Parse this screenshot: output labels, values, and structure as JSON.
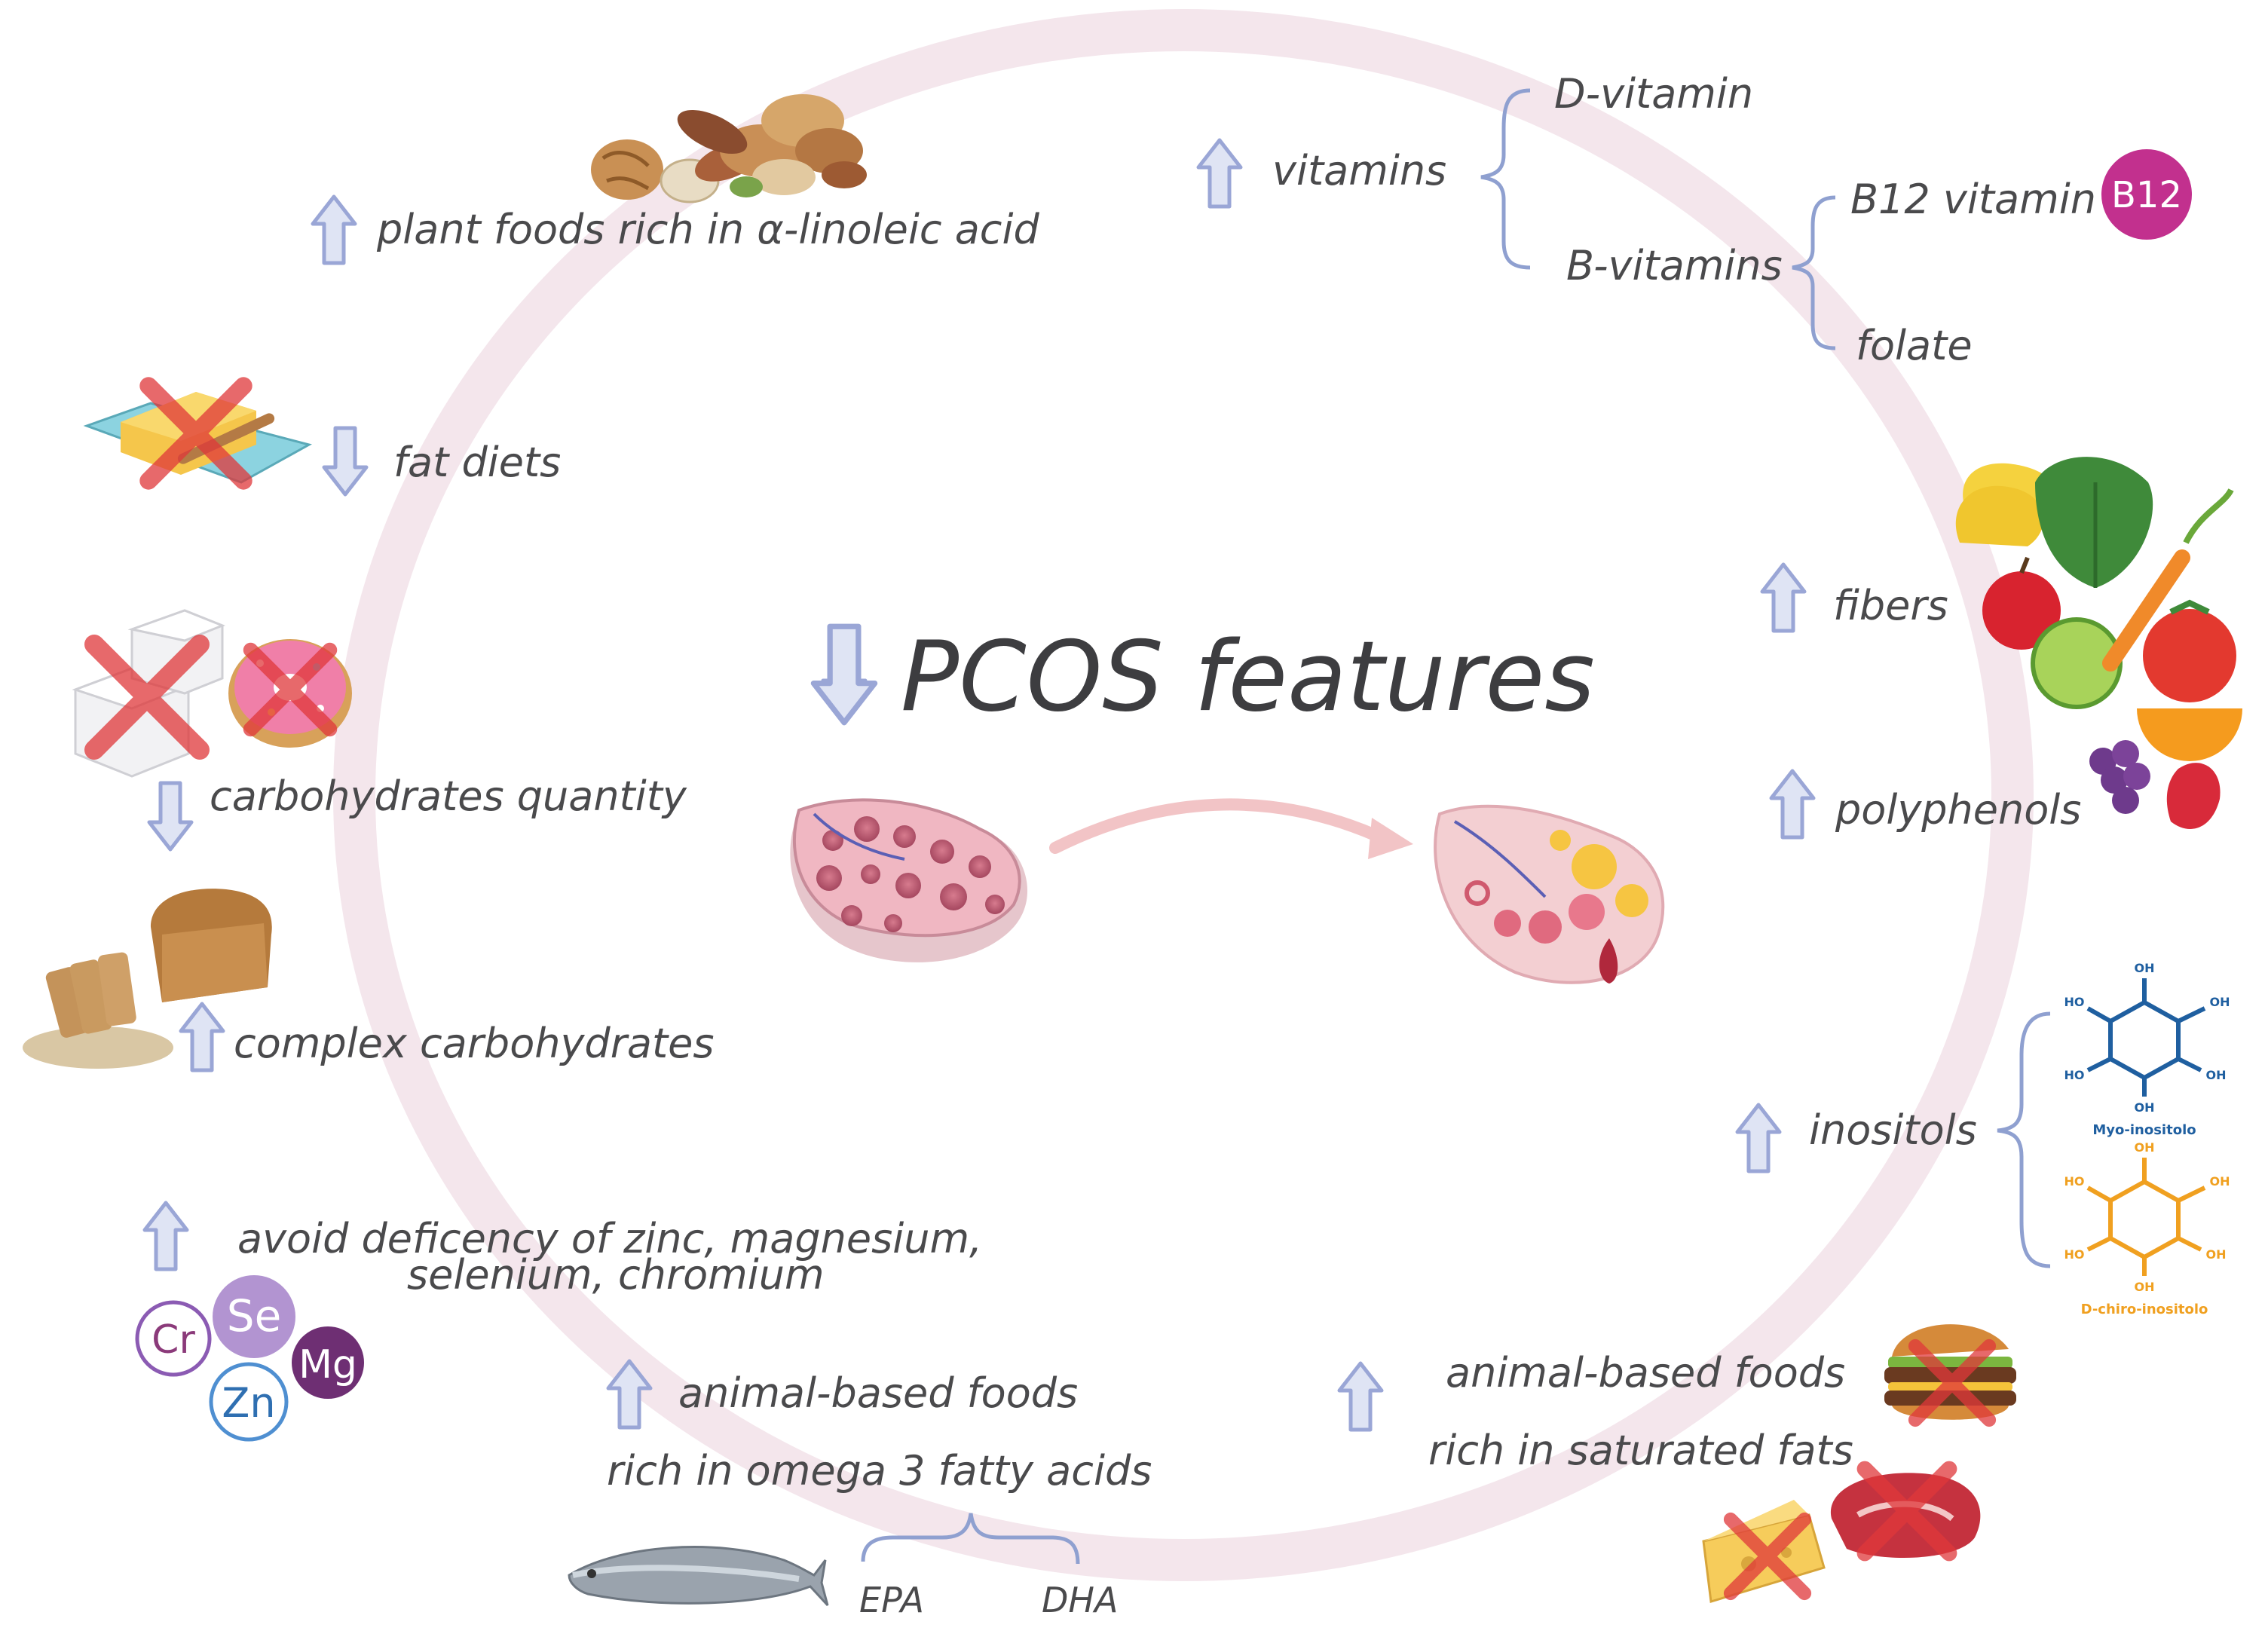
{
  "title": "PCOS features",
  "items": {
    "plant_foods": "plant foods rich in α-linoleic acid",
    "fat_diets": "fat diets",
    "carbs_quantity": "carbohydrates quantity",
    "complex_carbs": "complex carbohydrates",
    "minerals_line1": "avoid deficency of zinc, magnesium,",
    "minerals_line2": "selenium, chromium",
    "omega_line1": "animal-based foods",
    "omega_line2": "rich in omega 3 fatty acids",
    "epa": "EPA",
    "dha": "DHA",
    "sat_line1": "animal-based foods",
    "sat_line2": "rich in saturated fats",
    "vitamins": "vitamins",
    "d_vitamin": "D-vitamin",
    "b_vitamins": "B-vitamins",
    "b12_vitamin": "B12 vitamin",
    "folate": "folate",
    "fibers": "fibers",
    "polyphenols": "polyphenols",
    "inositols": "inositols"
  },
  "badges": {
    "b12": "B12",
    "cr": "Cr",
    "se": "Se",
    "zn": "Zn",
    "mg": "Mg"
  },
  "molecules": {
    "myo_label": "Myo-inositolo",
    "dchiro_label": "D-chiro-inositolo",
    "oh": "OH",
    "ho": "HO"
  },
  "arrows": {
    "up": [
      "plant_foods",
      "vitamins",
      "complex_carbs",
      "minerals",
      "omega",
      "saturated",
      "fibers",
      "polyphenols",
      "inositols"
    ],
    "down": [
      "title",
      "fat_diets",
      "carbs_quantity"
    ]
  },
  "colors": {
    "arrow_fill": "#dfe4f4",
    "arrow_stroke": "#9aa6d6",
    "ring": "#f4e6ec",
    "text": "#4a4a4c",
    "brace": "#8fa0d0",
    "b12_badge": "#c2308e",
    "myo": "#1f5fa0",
    "dchiro": "#f0a020"
  },
  "icons": [
    "nuts-icon",
    "butter-icon",
    "sugar-cubes-icon",
    "donut-icon",
    "bread-icon",
    "minerals-icon",
    "fish-icon",
    "cheese-icon",
    "steak-icon",
    "burger-icon",
    "fruits-vegetables-icon",
    "ovary-pcos-icon",
    "ovary-healthy-icon",
    "transition-arrow-icon"
  ]
}
